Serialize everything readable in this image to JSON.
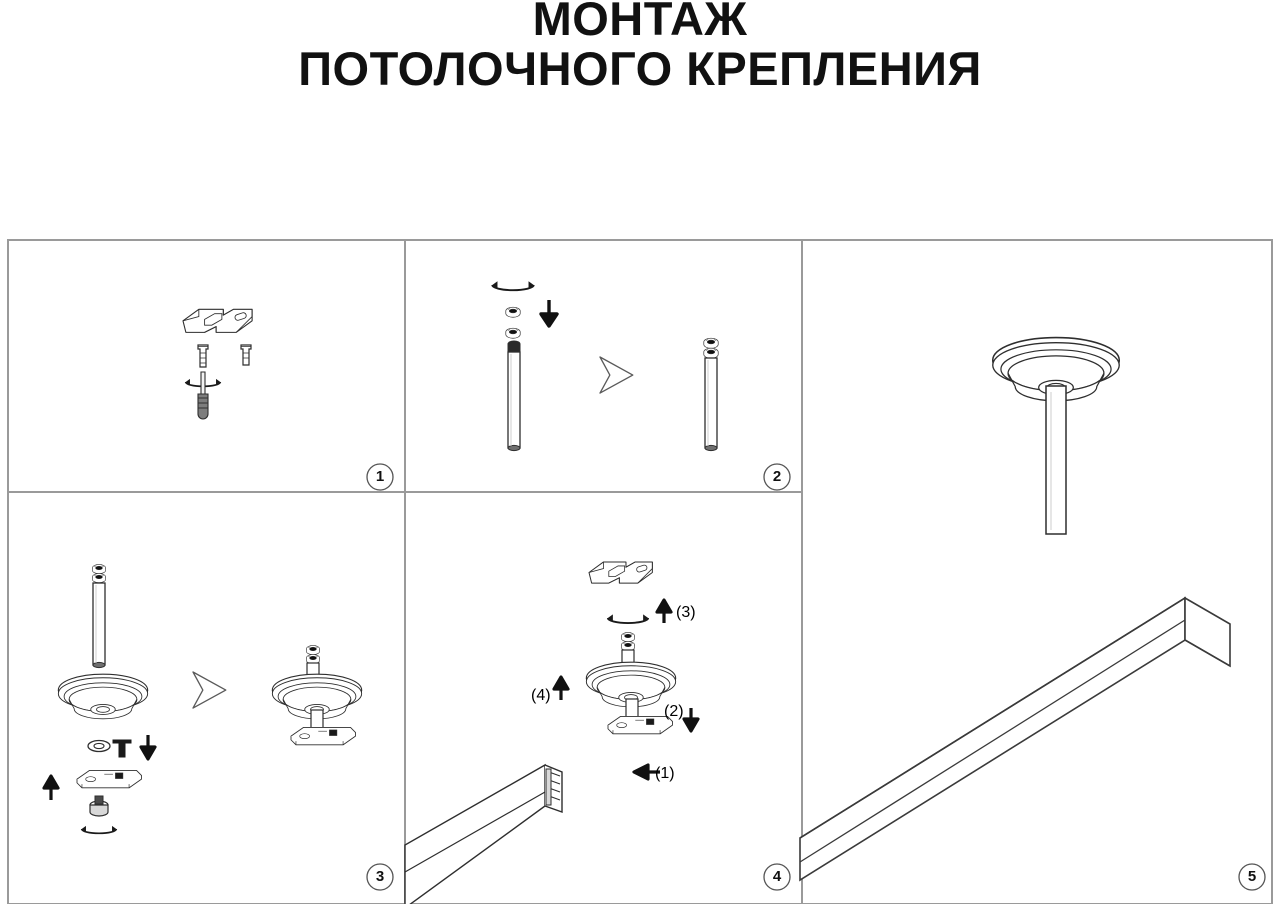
{
  "document": {
    "title_line_1": "МОНТАЖ",
    "title_line_2": "ПОТОЛОЧНОГО КРЕПЛЕНИЯ",
    "type": "assembly-instruction-diagram",
    "language": "ru",
    "background_color": "#ffffff",
    "line_color": "#3a3a3a",
    "border_color": "#9a9a9a",
    "accent_fill": "#1a1a1a"
  },
  "panels": [
    {
      "id": "panel-1",
      "step_number": "1",
      "caption": "",
      "components": [
        "ceiling-bracket",
        "screw-left",
        "screw-right",
        "wall-anchor-dowel",
        "rotation-arc"
      ]
    },
    {
      "id": "panel-2",
      "step_number": "2",
      "caption": "",
      "components": [
        "rotation-arc",
        "hex-nut-upper",
        "hex-nut-lower",
        "down-arrow",
        "threaded-rod",
        "result-chevron",
        "assembled-rod-with-nuts"
      ]
    },
    {
      "id": "panel-3",
      "step_number": "3",
      "caption": "",
      "components": [
        "threaded-rod-with-nut",
        "ceiling-canopy-dome",
        "washer",
        "small-bolt",
        "down-arrow",
        "up-arrow",
        "track-adapter-plate",
        "fixing-screw",
        "rotation-arc",
        "result-chevron",
        "assembled-canopy-on-rod"
      ]
    },
    {
      "id": "panel-4",
      "step_number": "4",
      "caption": "",
      "components": [
        "ceiling-bracket",
        "rotation-arc",
        "threaded-rod-with-nut",
        "ceiling-canopy-dome",
        "track-adapter-plate",
        "linear-track-profile"
      ],
      "callouts": [
        {
          "label": "(1)",
          "direction": "left"
        },
        {
          "label": "(2)",
          "direction": "down"
        },
        {
          "label": "(3)",
          "direction": "up"
        },
        {
          "label": "(4)",
          "direction": "up"
        }
      ]
    },
    {
      "id": "panel-5",
      "step_number": "5",
      "caption": "",
      "components": [
        "ceiling-canopy-dome",
        "suspension-rod",
        "linear-track-profile-isometric"
      ]
    }
  ],
  "chart_data": {
    "type": "table",
    "title": "Монтаж потолочного крепления",
    "categories": [
      "1",
      "2",
      "3",
      "4",
      "5"
    ],
    "values": [
      1,
      2,
      3,
      4,
      5
    ]
  }
}
